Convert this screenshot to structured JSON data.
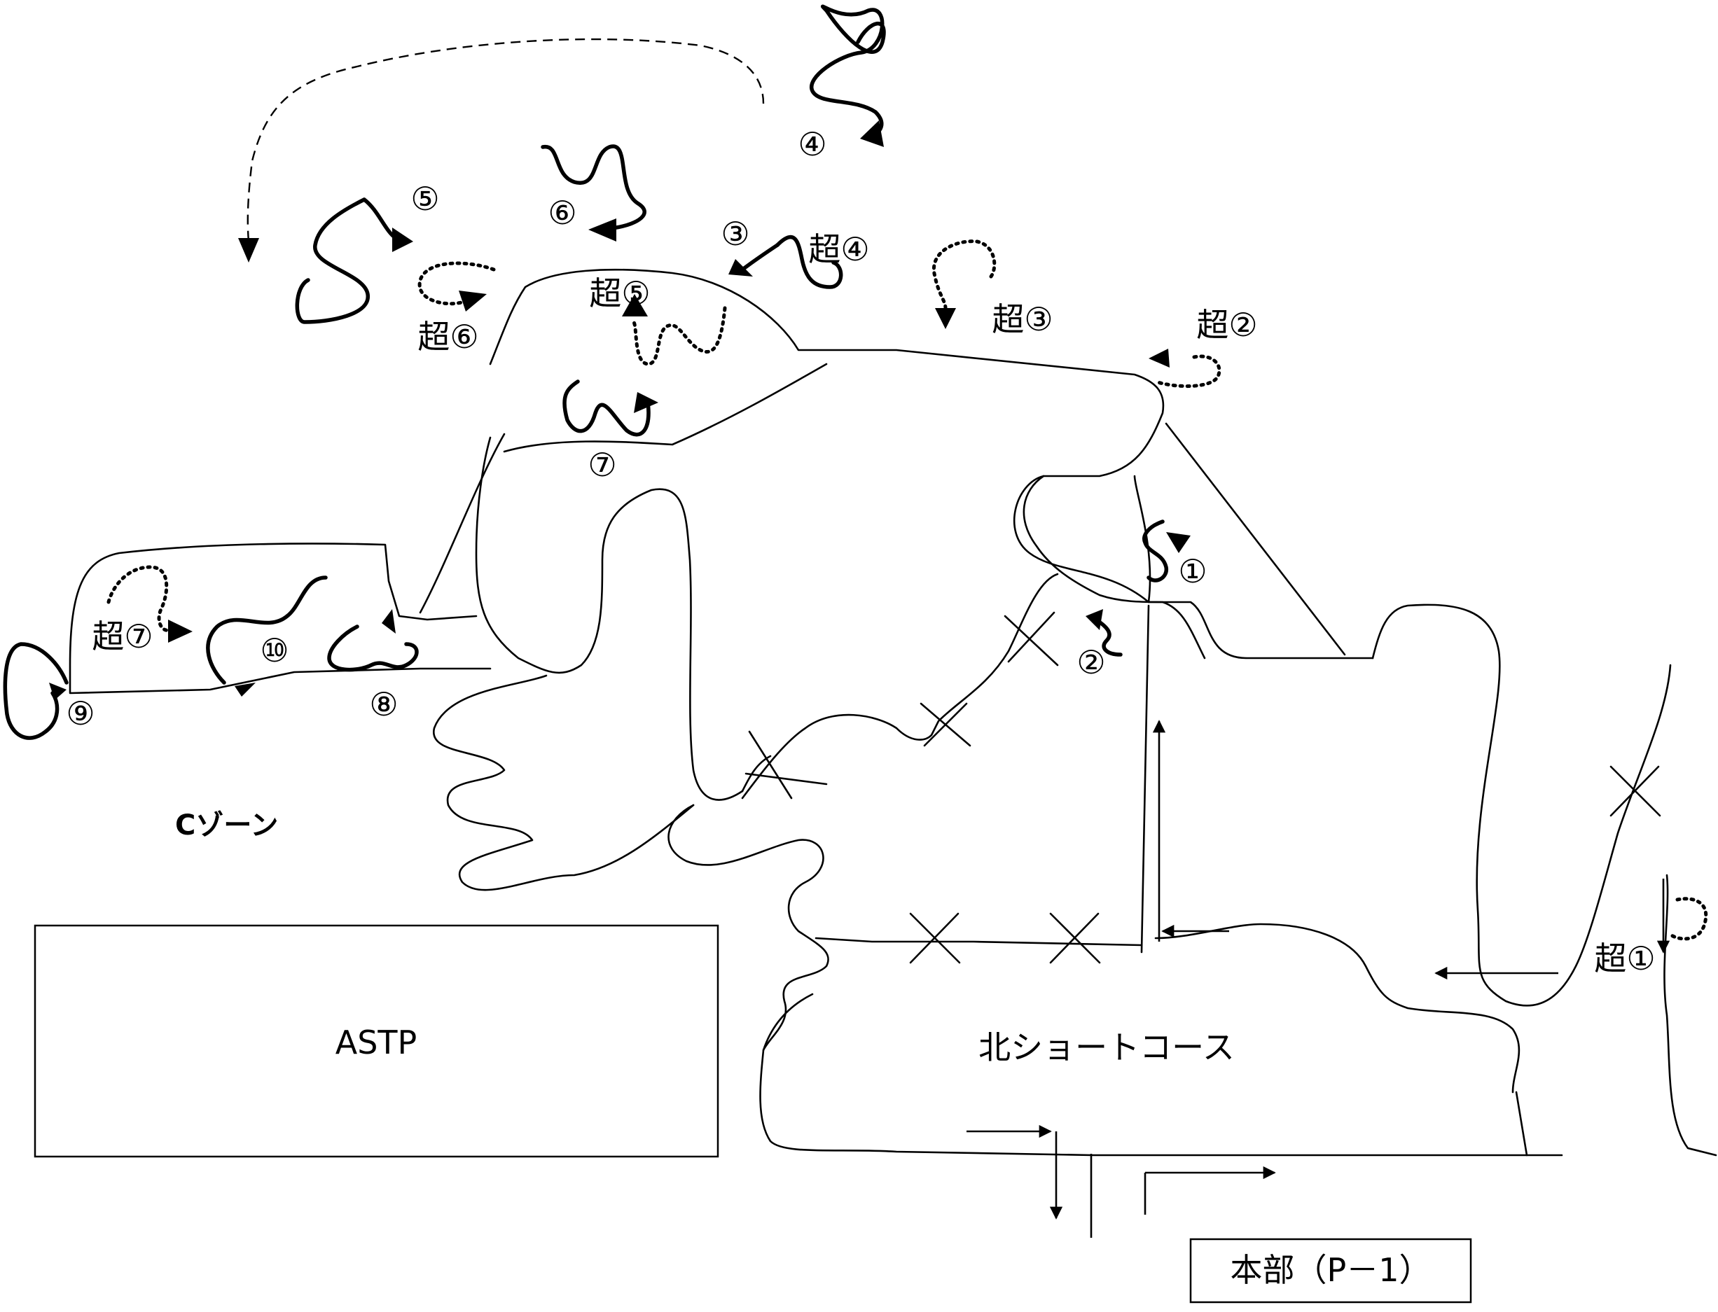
{
  "map": {
    "zone_label": "Cゾーン",
    "building_label": "ASTP",
    "course_label": "北ショートコース",
    "hq_label": "本部（P－1）",
    "control_labels": {
      "c1": "①",
      "c2": "②",
      "c3": "③",
      "c4": "④",
      "c5": "⑤",
      "c6": "⑥",
      "c7": "⑦",
      "c8": "⑧",
      "c9": "⑨",
      "c10": "⑩"
    },
    "super_labels": {
      "s1": "超①",
      "s2": "超②",
      "s3": "超③",
      "s4": "超④",
      "s5": "超⑤",
      "s6": "超⑥",
      "s7": "超⑦"
    }
  }
}
